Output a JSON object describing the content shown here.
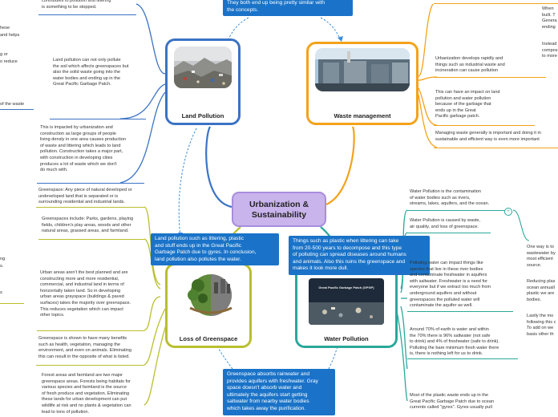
{
  "central": {
    "title": "Urbanization & Sustainability"
  },
  "colors": {
    "land": "#3b73c4",
    "waste": "#f4a21a",
    "green": "#b9bf2e",
    "water": "#2aa89b",
    "central_bg": "#c9b4ec",
    "callout": "#1a73c8",
    "link": "#3b8dd6"
  },
  "topics": {
    "land": {
      "label": "Land Pollution",
      "icon": "landfill-image"
    },
    "waste": {
      "label": "Waste management",
      "icon": "factory-waste-image"
    },
    "green": {
      "label": "Loss of Greenspace",
      "icon": "earth-split-image"
    },
    "water": {
      "label": "Water Pollution",
      "icon": "garbage-patch-image",
      "image_caption": "Great Pacific Garbage Patch (GPGP)"
    }
  },
  "callouts": {
    "top": "They both end up being pretty similar with\nthe concepts.",
    "land_water": "Land pollution such as littering, plastic\nand stuff ends up in the Great Pacific\nGarbage Patch due to gyres. In conclusion,\nland pollution also pollutes the water.",
    "plastic": "Things such as plastic when littering can take\nfrom 20-500 years to decompose and this type\nof polluting can spread diseases around humans\nand animals. Also this ruins the greenspace and\nmakes it look more dull.",
    "greenspace": "Greenspace absorbs rainwater and\nprovides aquifers with freshwater. Gray\nspace doesn't absorb water and\nultimately the aquifers start getting\nsaltwater from nearby water bodies\nwhich takes away the purification."
  },
  "notes": {
    "land": [
      "contributes to pollution and littering\nis something to be stopped.",
      "Land pollution can not only pollute\nthe soil which affects greenspaces but\nalso the solid waste going into the\nwater bodies and ending up in the\nGreat Pacific Garbage Patch.",
      "This is impacted by urbanization and\nconstruction as large groups of people\nliving densly in one area causes production\nof waste and littering which leads to land\npollution. Construction takes a major part,\nwith construction in developing cities\nproduces a lot of waste which we don't\ndo much with."
    ],
    "left_edge": [
      "hese",
      "and helps",
      "g or",
      "o reduce",
      "of the waste",
      "ng",
      "s.",
      "s"
    ],
    "waste": [
      "Urbanization develops rapidly and\nthings such as industrial waste and\nincineration can cause pollution",
      "This can have an impact on land\npollution and water pollution\nbecause of the garbage that\nends up in the Great\nPacific garbage patch.",
      "Managing waste generally is important and doing it in\nsustainable and efficient way is even more important"
    ],
    "waste_right": [
      "When\nbuilt. T\nGenera\nending",
      "Instead\ncompos\nto more"
    ],
    "water": [
      "Water Pollution is the contamination\nof water bodies such as rivers,\nstreams, lakes, aquifers, and the ocean.",
      "Water Pollution is caused by waste,\nair quality, and loss of greenspace.",
      "Polluting water can impact things like\nspecies that live in these river bodies\nand contaminate freshwater in aquifers\nwith saltwater. Freshwater is a need for\neveryone but if we extract too much from\nunderground aquifers and without\ngreenspaces the polluted water will\ncontaminate the aquifer as well.",
      "Around 70% of earth is water and within\nthe 70% there is 96% saltwater (not safe\nto drink) and 4% of freshwater (safe to drink).\nPolluting the bare minimum fresh water there\nis, there is nothing left for us to drink.",
      "Most of the plastic waste ends up in the\nGreat Pacific Garbage Patch due to ocean\ncurrents called \"gyres\". Gyres usually pull"
    ],
    "water_right": [
      "One way is to\nwastewater by\nmost efficient\nsource.",
      "Reducing plas\nocean annuall\nplastic we are\nbodies.",
      "Lastly the mo\nfollowing this c\nTo add on we\nbasis other th"
    ],
    "green": [
      "Greenspace: Any piece of natural developed or\nundeveloped land that is separated or is\nsurrounding residential and industrial lands.",
      "Greenspaces include: Parks, gardens, playing\nfields, children's play areas, woods and other\nnatural areas, grassed areas, and farmland.",
      "Urban areas aren't the best planned and are\nconstructing more and more residential,\ncommercial, and industrial land in terms of\nhorizontally taken land. So in developing\nurban areas grayspace (buildings & paved\nsurfaces) takes the majority over greenspace.\nThis reduces vegetation which can impact\nother topics.",
      "Greenspace is shown to have many benefits\nsuch as health, vegetation, managing the\nenvironment, and even on animals. Eliminating\nthis can result in the opposite of what is listed.",
      "Forest areas and farmland are two major\ngreenspace areas. Forests being habitats for\nvarious species and farmland is the source\nof fresh produce and vegetation. Eliminating\nthese lands for urban development can put\nwildlife at risk and no plants & vegetation can\nlead to tons of pollution."
    ]
  },
  "badge": "+"
}
